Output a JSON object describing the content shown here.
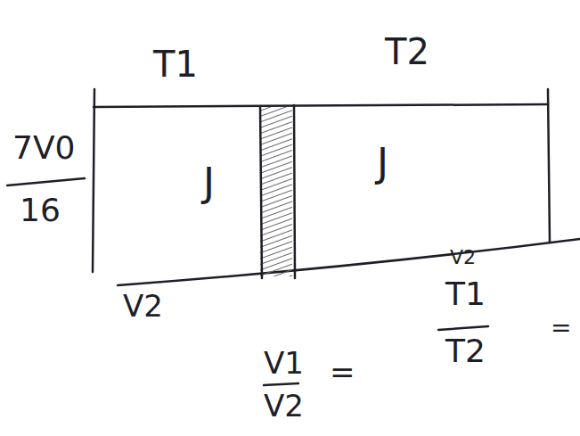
{
  "diagram": {
    "nodes": [
      {
        "text": [
          "J"
        ]
      },
      {
        "text": [
          "J"
        ]
      }
    ],
    "labels": [
      "T1",
      "T2",
      "7V0",
      "16",
      "V2",
      "V1",
      "V2",
      "=",
      "V2",
      "T1",
      "T2",
      "="
    ]
  }
}
